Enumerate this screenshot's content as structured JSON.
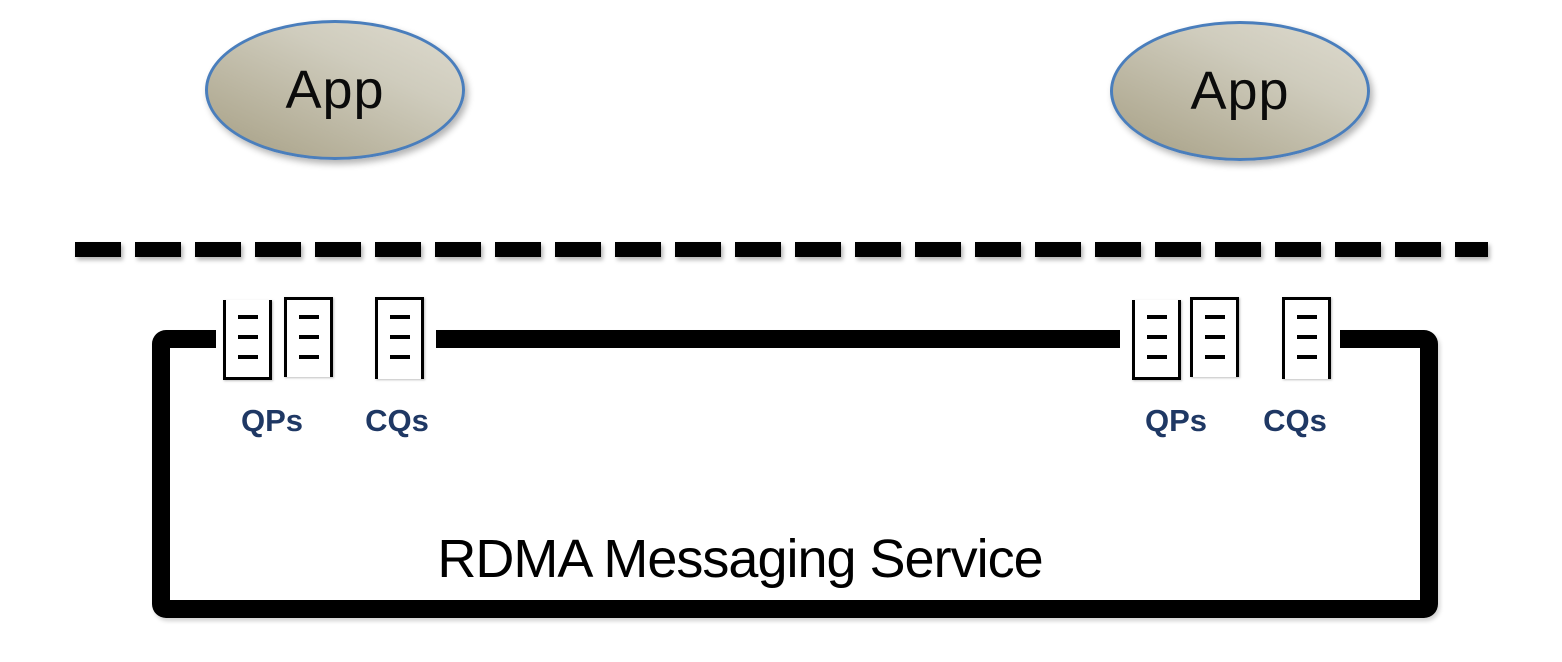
{
  "diagram": {
    "background": "#ffffff",
    "apps": [
      {
        "label": "App",
        "position": "left"
      },
      {
        "label": "App",
        "position": "right"
      }
    ],
    "separator": {
      "style": "thick-dashed-horizontal-line",
      "color": "#000000"
    },
    "service_box": {
      "title": "RDMA Messaging Service",
      "border_color": "#000000"
    },
    "queue_groups": [
      {
        "side": "left",
        "qps_label": "QPs",
        "cqs_label": "CQs",
        "qp_icon_count": 2,
        "cq_icon_count": 1
      },
      {
        "side": "right",
        "qps_label": "QPs",
        "cqs_label": "CQs",
        "qp_icon_count": 2,
        "cq_icon_count": 1
      }
    ],
    "colors": {
      "app_fill_light": "#dedbcf",
      "app_fill_dark": "#a39d85",
      "app_border": "#4a7ebc",
      "queue_label_text": "#1f3864",
      "line": "#000000"
    }
  }
}
